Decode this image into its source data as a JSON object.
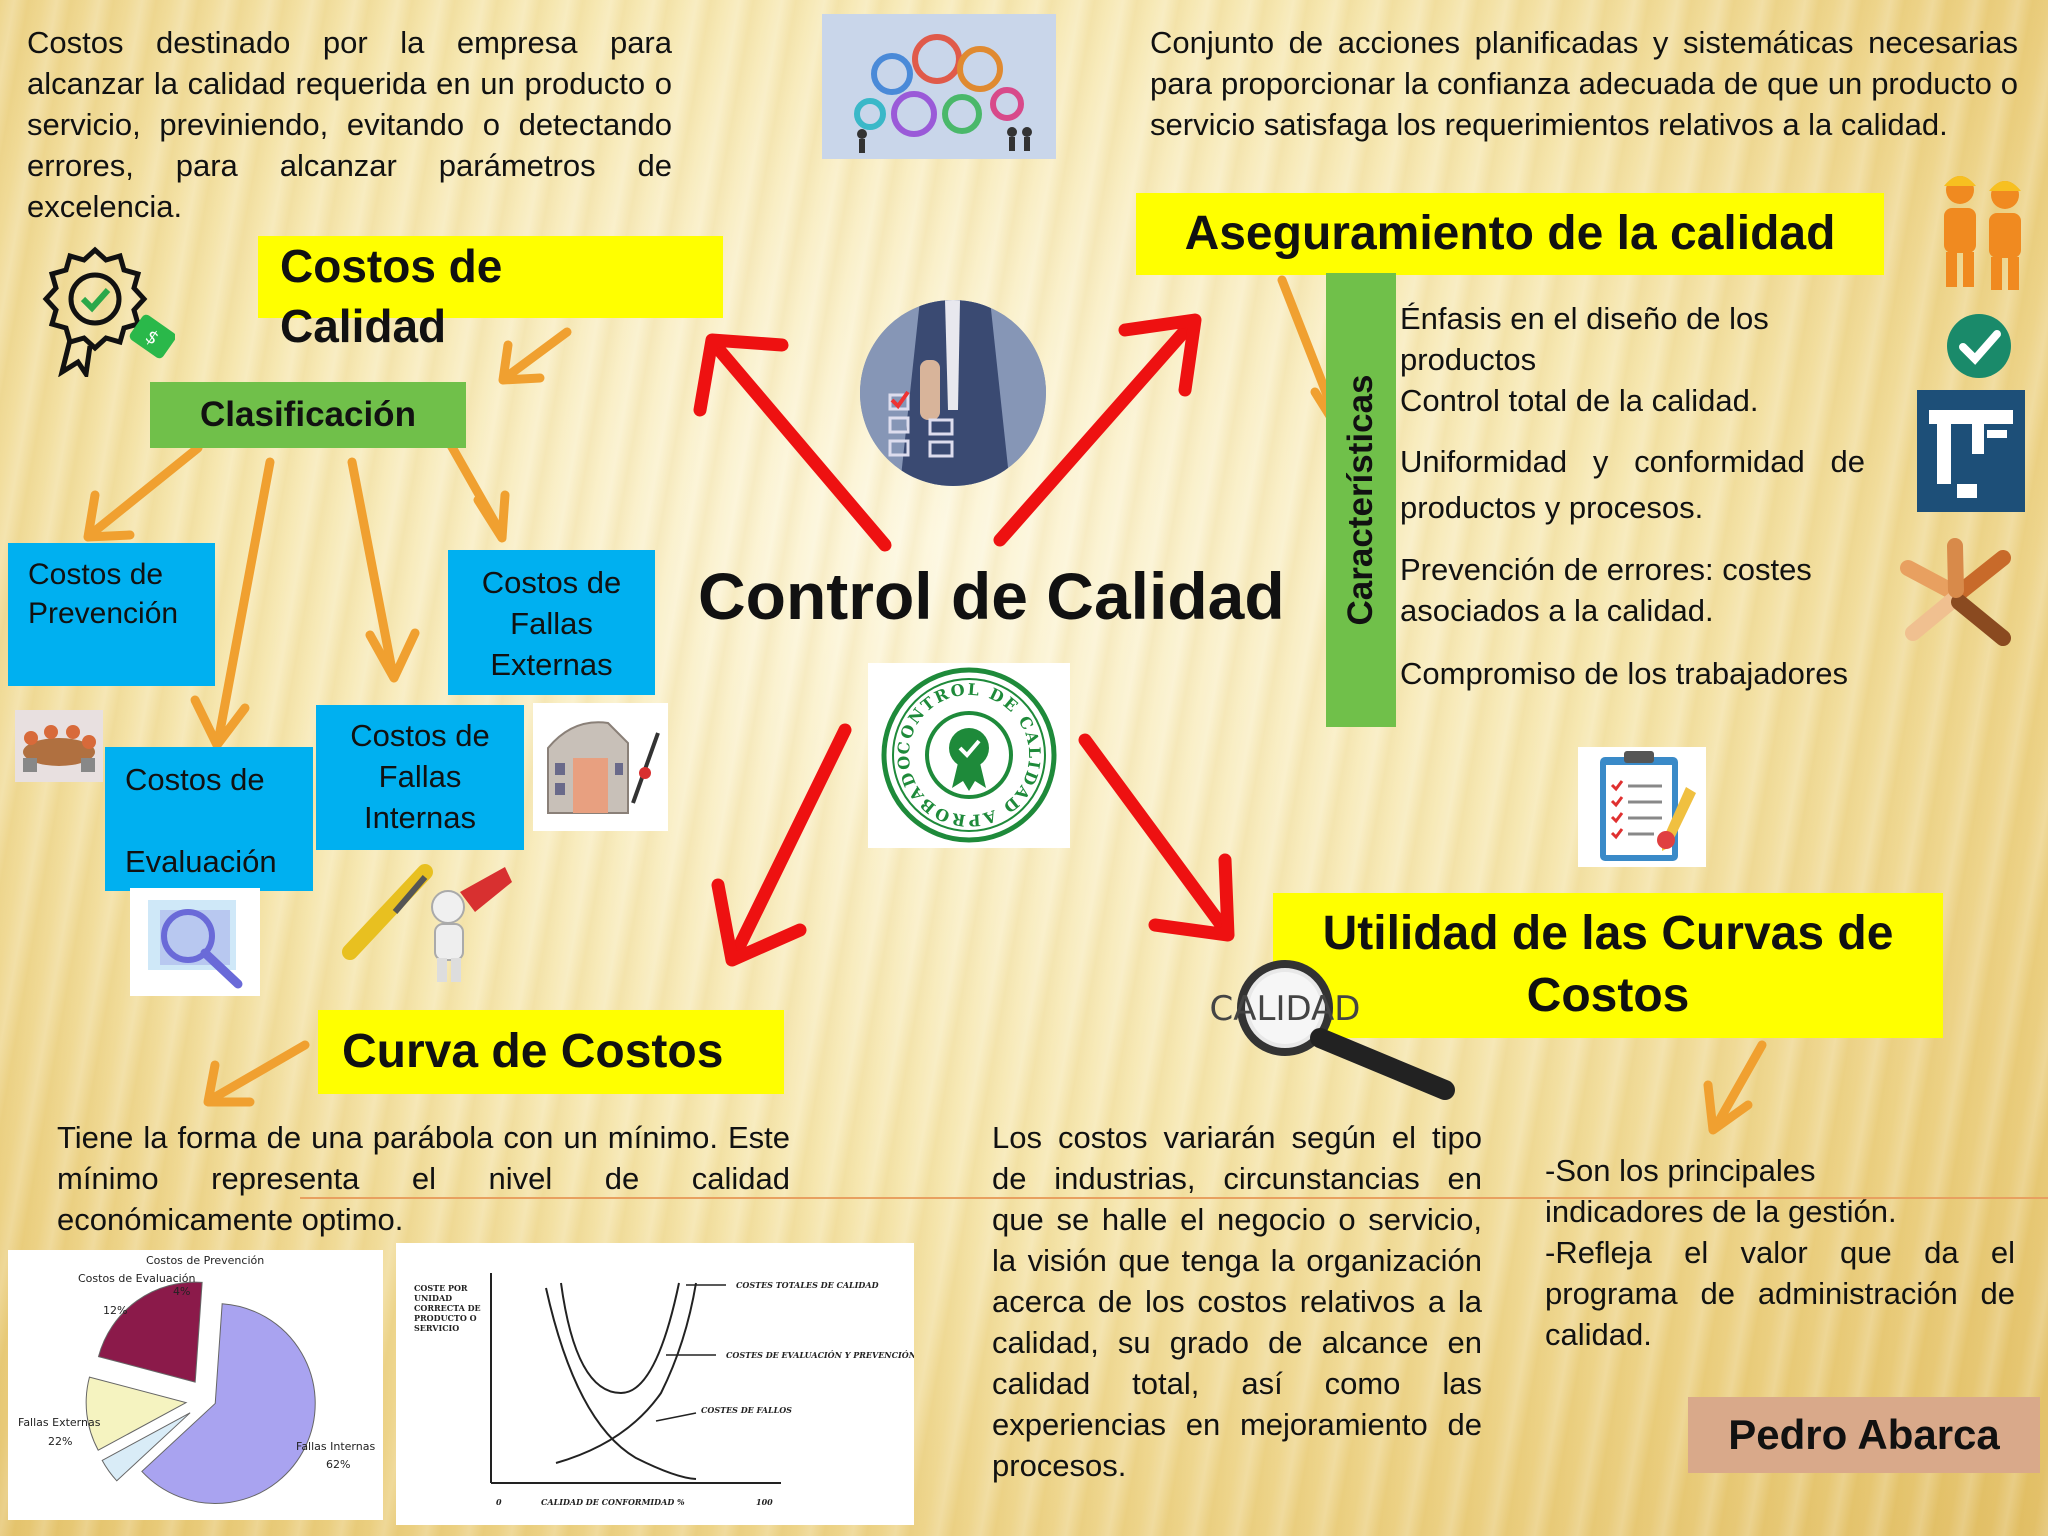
{
  "center_title": "Control de Calidad",
  "costos": {
    "definition": "Costos destinado por la empresa para alcanzar la calidad requerida en un producto o servicio, previniendo, evitando o detectando errores, para alcanzar parámetros de excelencia.",
    "title": "Costos de Calidad",
    "classification": "Clasificación",
    "types": {
      "prevencion": "Costos de Prevención",
      "evaluacion_1": "Costos de",
      "evaluacion_2": "Evaluación",
      "internas": "Costos de Fallas Internas",
      "externas": "Costos de Fallas Externas"
    }
  },
  "aseguramiento": {
    "definition": "Conjunto de acciones planificadas y sistemáticas necesarias para proporcionar la confianza adecuada de que un producto o servicio satisfaga los requerimientos relativos a la calidad.",
    "title": "Aseguramiento de la calidad",
    "characteristics_label": "Características",
    "characteristics": [
      "Énfasis en el diseño de los productos",
      "Control total de la calidad.",
      "Uniformidad y conformidad de productos y procesos.",
      "Prevención de errores: costes asociados a la calidad.",
      "Compromiso de los trabajadores"
    ]
  },
  "curva": {
    "title": "Curva de Costos",
    "description": "Tiene la forma de una parábola con un mínimo. Este mínimo representa el nivel de calidad económicamente optimo."
  },
  "utilidad": {
    "title": "Utilidad de las Curvas de Costos",
    "description": "Los costos variarán según el tipo de industrias, circunstancias en que se halle el negocio o servicio, la visión que tenga la organización acerca de los costos relativos a la calidad, su grado de alcance en calidad total, así como las experiencias en mejoramiento de procesos.",
    "points": [
      "-Son los principales indicadores de la gestión.",
      "-Refleja el valor que da el programa de administración de calidad."
    ]
  },
  "author": "Pedro Abarca",
  "stamp_text": "CONTROL DE CALIDAD APROBADO",
  "magnifier_text": "CALIDAD",
  "pie_chart": {
    "labels": [
      "Costos de Prevención",
      "Costos de Evaluación",
      "Fallas Externas",
      "Fallas Internas"
    ],
    "values": [
      "4%",
      "12%",
      "22%",
      "62%"
    ],
    "numbers": [
      4,
      12,
      22,
      62
    ],
    "colors": [
      "#d9ecf7",
      "#f5f3c0",
      "#8b1a4a",
      "#a9a3f0"
    ]
  },
  "cost_curve": {
    "ylabel": "COSTE POR UNIDAD CORRECTA DE PRODUCTO O SERVICIO",
    "xlabel": "CALIDAD DE CONFORMIDAD %",
    "x_start": "0",
    "x_end": "100",
    "curves": [
      "COSTES TOTALES DE CALIDAD",
      "COSTES DE EVALUACIÓN Y PREVENCIÓN",
      "COSTES DE FALLOS"
    ]
  },
  "colors": {
    "yellow": "#ffff00",
    "blue": "#00b0f0",
    "green": "#70c04a",
    "red_arrow": "#ee1111",
    "orange_arrow": "#f0a030",
    "author_bg": "#d9a98a"
  }
}
